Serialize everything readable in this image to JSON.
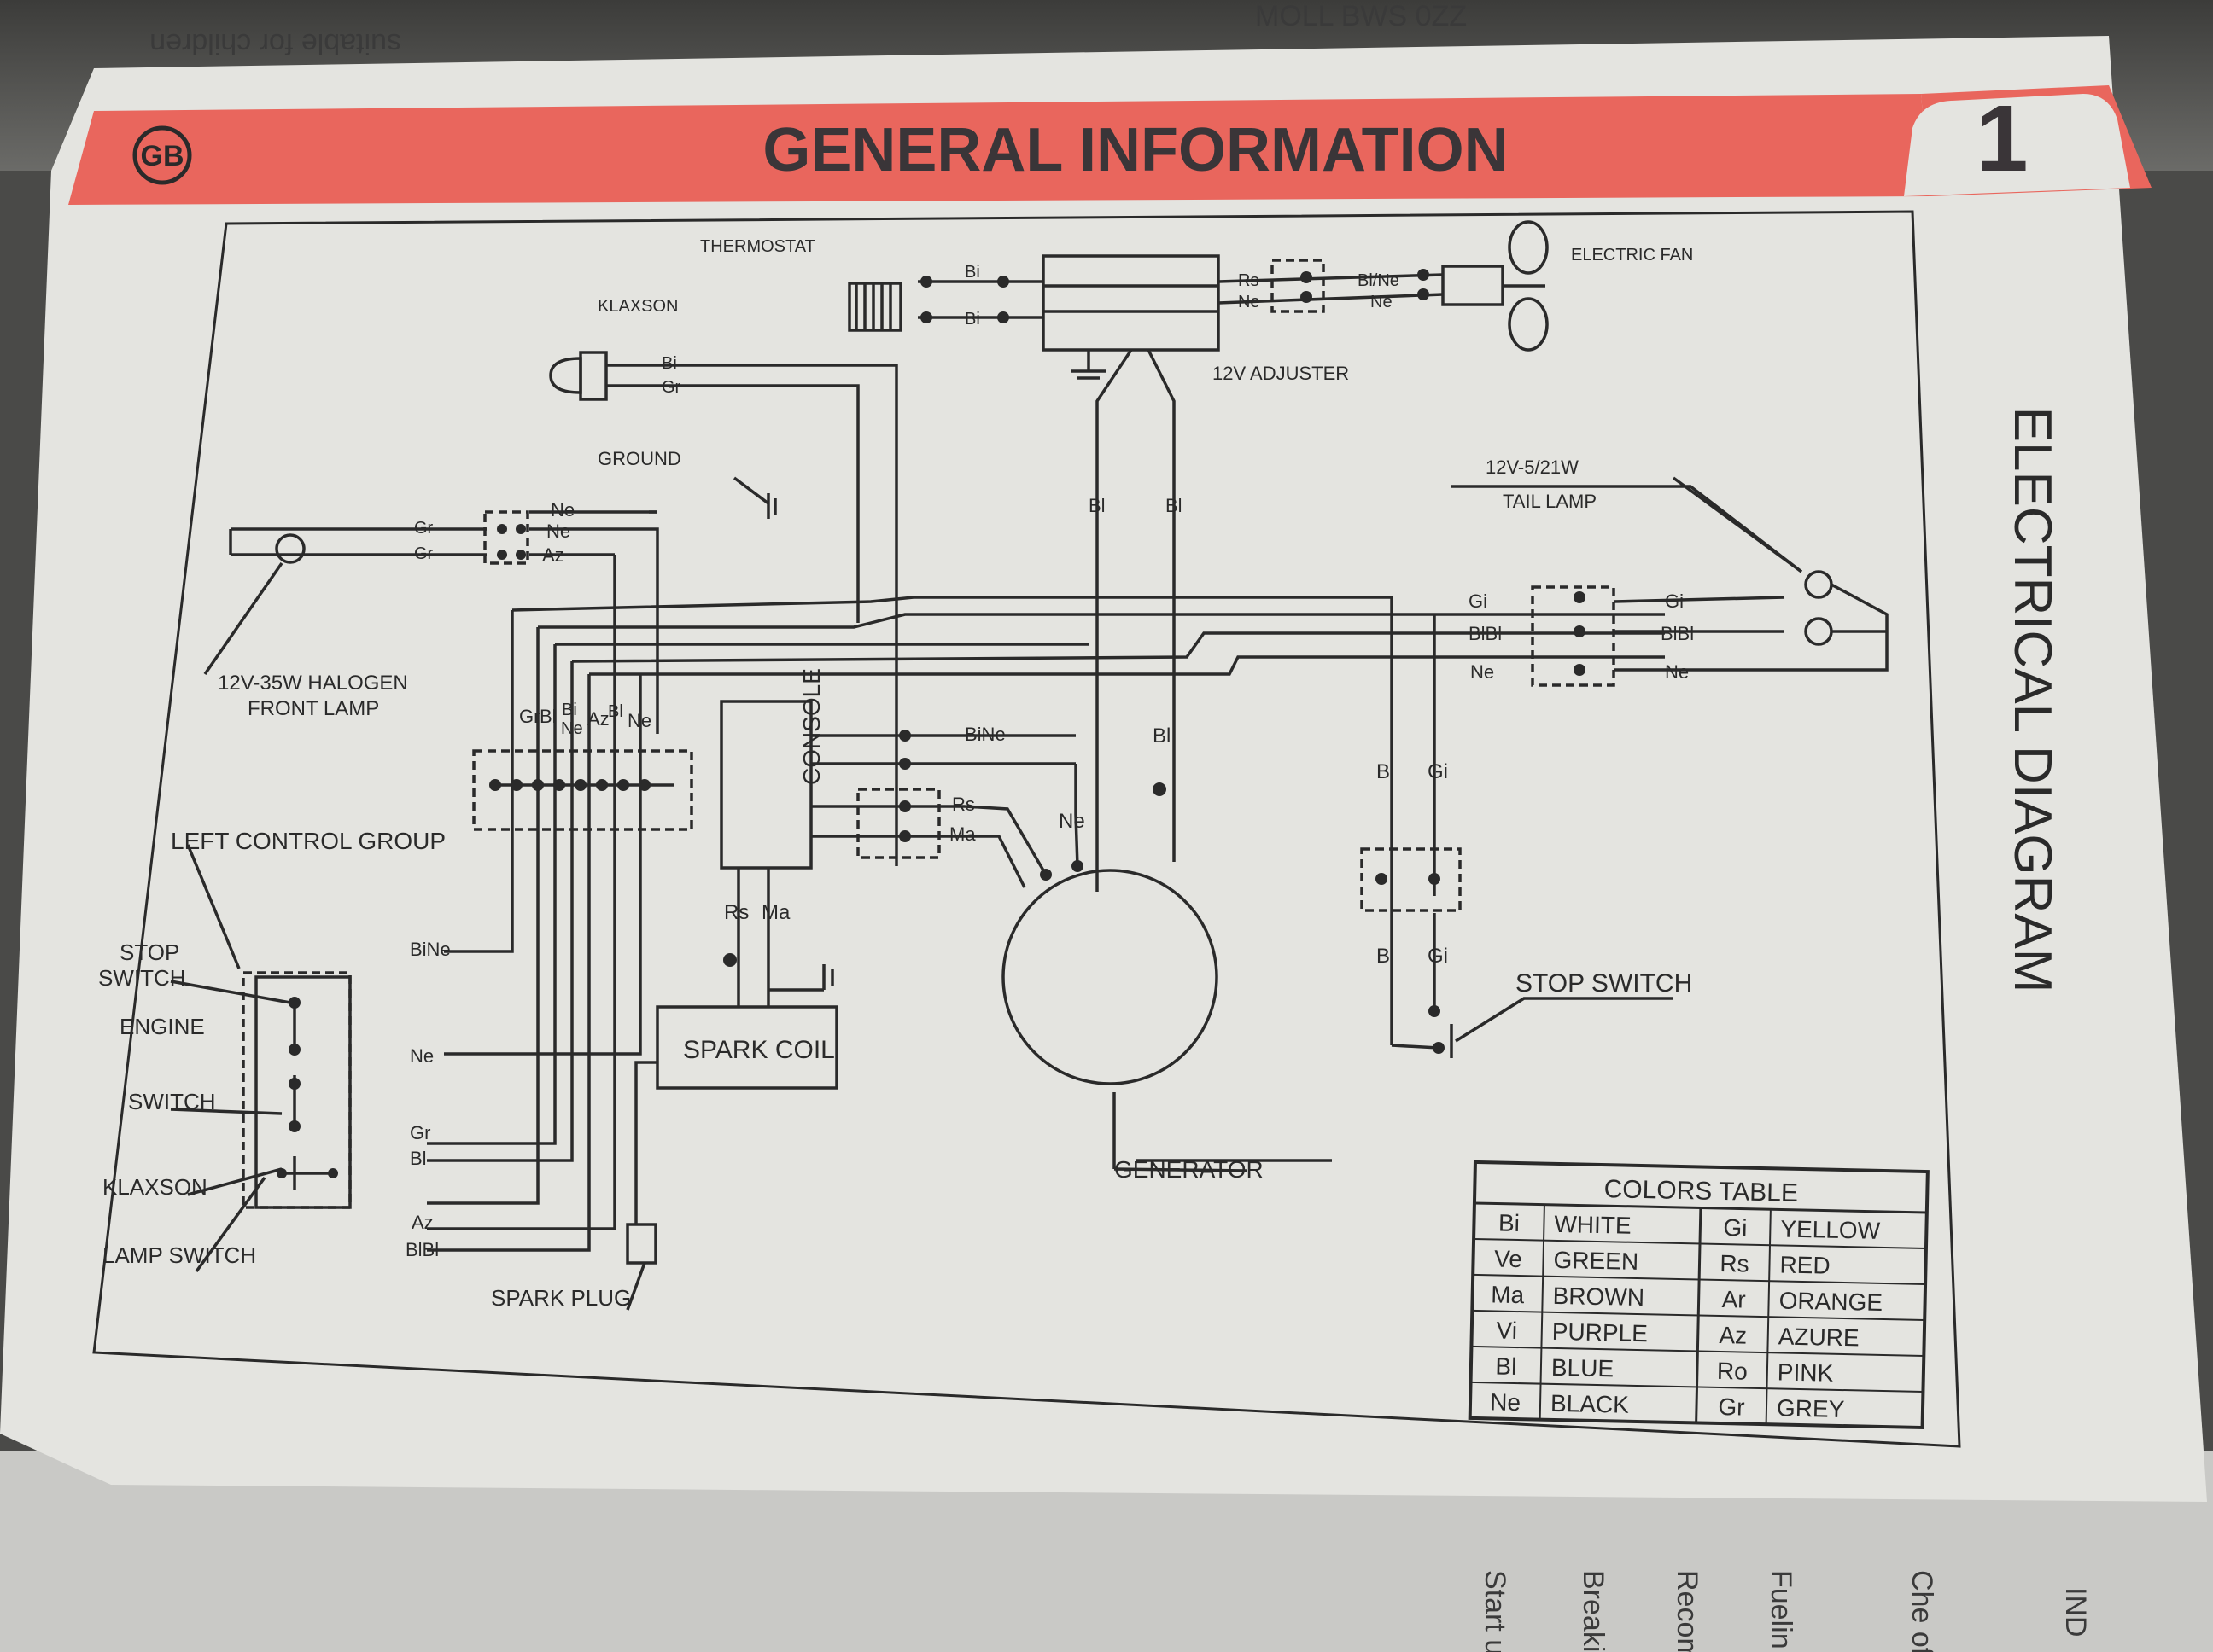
{
  "header": {
    "title": "GENERAL INFORMATION",
    "badge": "GB",
    "page_number": "1",
    "section_title": "ELECTRICAL DIAGRAM"
  },
  "labels": {
    "thermostat": "THERMOSTAT",
    "klaxson": "KLAXSON",
    "electric_fan": "ELECTRIC FAN",
    "adjuster": "12V ADJUSTER",
    "ground": "GROUND",
    "tail_lamp_rating": "12V-5/21W",
    "tail_lamp": "TAIL LAMP",
    "front_lamp_rating": "12V-35W HALOGEN",
    "front_lamp": "FRONT LAMP",
    "left_control_group": "LEFT CONTROL GROUP",
    "stop_switch_left_1": "STOP",
    "stop_switch_left_2": "SWITCH",
    "engine": "ENGINE",
    "switch": "SWITCH",
    "klaxson_2": "KLAXSON",
    "lamp_switch": "LAMP SWITCH",
    "console": "CONSOLE",
    "spark_coil": "SPARK COIL",
    "spark_plug": "SPARK PLUG",
    "generator": "GENERATOR",
    "stop_switch_right": "STOP SWITCH"
  },
  "wires": {
    "bi": "Bi",
    "bl": "Bl",
    "gr": "Gr",
    "ne": "Ne",
    "az": "Az",
    "rs": "Rs",
    "ma": "Ma",
    "gi": "Gi",
    "bine": "BiNe",
    "blbl": "BlBl",
    "bl_ne": "Bl/Ne",
    "bi_ne_stack": "Bi Ne"
  },
  "colors_table": {
    "title": "COLORS TABLE",
    "rows": [
      {
        "code1": "Bi",
        "name1": "WHITE",
        "code2": "Gi",
        "name2": "YELLOW"
      },
      {
        "code1": "Ve",
        "name1": "GREEN",
        "code2": "Rs",
        "name2": "RED"
      },
      {
        "code1": "Ma",
        "name1": "BROWN",
        "code2": "Ar",
        "name2": "ORANGE"
      },
      {
        "code1": "Vi",
        "name1": "PURPLE",
        "code2": "Az",
        "name2": "AZURE"
      },
      {
        "code1": "Bl",
        "name1": "BLUE",
        "code2": "Ro",
        "name2": "PINK"
      },
      {
        "code1": "Ne",
        "name1": "BLACK",
        "code2": "Gr",
        "name2": "GREY"
      }
    ]
  },
  "background_text": {
    "top_1": "suitable for children",
    "top_2": "MOLL BWS 0ZZ",
    "bottom_1": "Start up",
    "bottom_2": "Breakin",
    "bottom_3": "Recom",
    "bottom_4": "Fuelin",
    "bottom_5": "Che offro",
    "bottom_6": "IND"
  },
  "colors": {
    "header_red": "#e9665d",
    "page_paper": "#e4e4e0",
    "ink": "#2a2a2a"
  }
}
